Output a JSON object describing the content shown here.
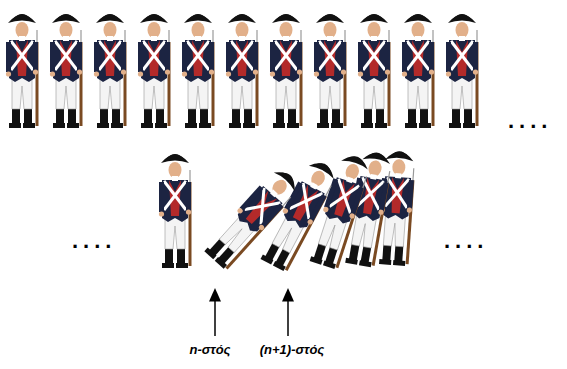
{
  "diagram": {
    "labels": [
      "....",
      "....",
      "....",
      "n-στός",
      "(n+1)-στός"
    ]
  }
}
